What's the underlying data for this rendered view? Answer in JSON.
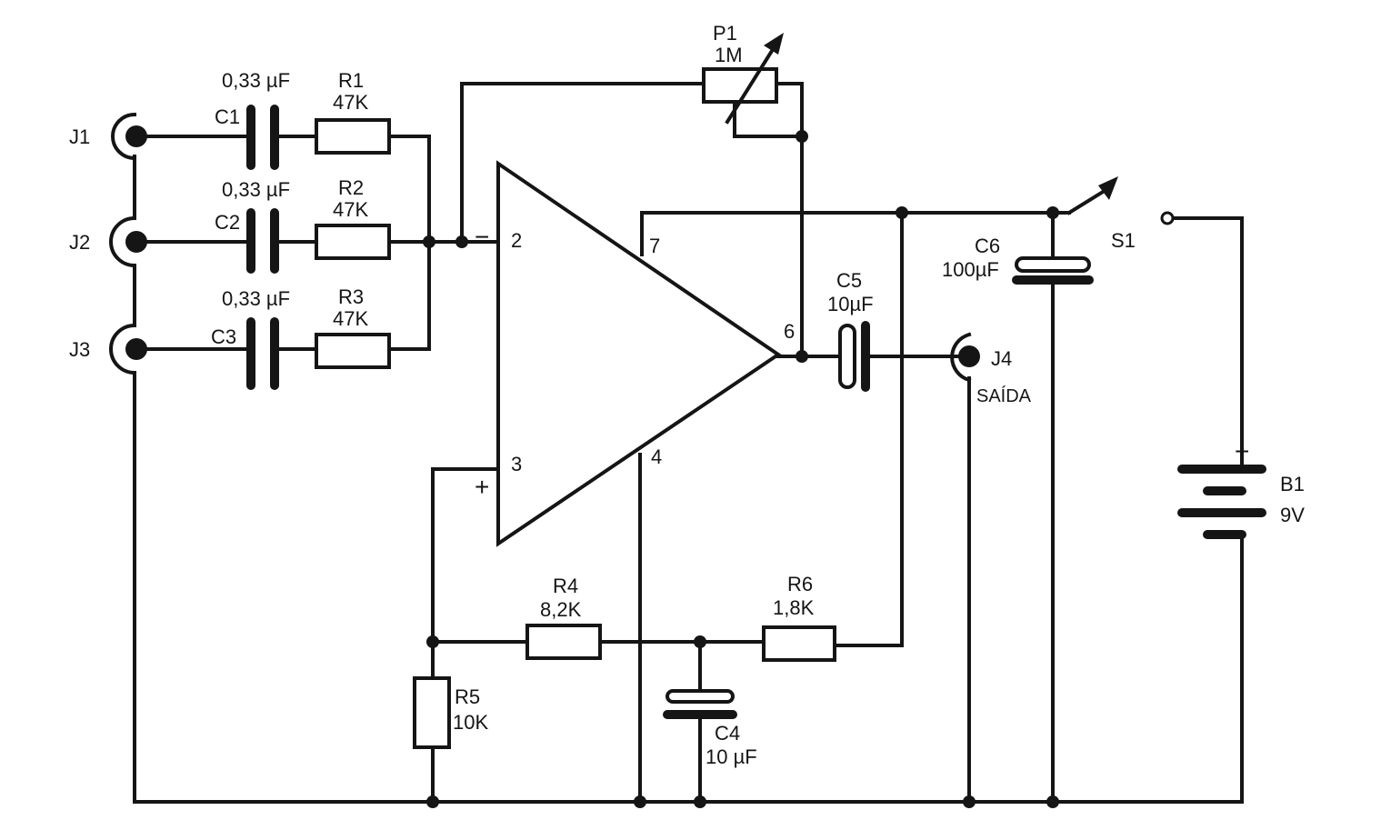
{
  "components": {
    "j1": {
      "label": "J1"
    },
    "j2": {
      "label": "J2"
    },
    "j3": {
      "label": "J3"
    },
    "j4": {
      "label": "J4",
      "note": "SAÍDA"
    },
    "c1": {
      "label": "C1",
      "value": "0,33 µF"
    },
    "c2": {
      "label": "C2",
      "value": "0,33 µF"
    },
    "c3": {
      "label": "C3",
      "value": "0,33 µF"
    },
    "r1": {
      "label": "R1",
      "value": "47K"
    },
    "r2": {
      "label": "R2",
      "value": "47K"
    },
    "r3": {
      "label": "R3",
      "value": "47K"
    },
    "p1": {
      "label": "P1",
      "value": "1M"
    },
    "c5": {
      "label": "C5",
      "value": "10µF"
    },
    "c6": {
      "label": "C6",
      "value": "100µF"
    },
    "s1": {
      "label": "S1"
    },
    "b1": {
      "label": "B1",
      "value": "9V",
      "polarity": "+"
    },
    "r4": {
      "label": "R4",
      "value": "8,2K"
    },
    "r5": {
      "label": "R5",
      "value": "10K"
    },
    "r6": {
      "label": "R6",
      "value": "1,8K"
    },
    "c4": {
      "label": "C4",
      "value": "10 µF"
    }
  },
  "opamp": {
    "inv_sign": "−",
    "noninv_sign": "+",
    "pin_inv": "2",
    "pin_noninv": "3",
    "pin_vcc": "7",
    "pin_out": "6",
    "pin_gnd": "4"
  }
}
